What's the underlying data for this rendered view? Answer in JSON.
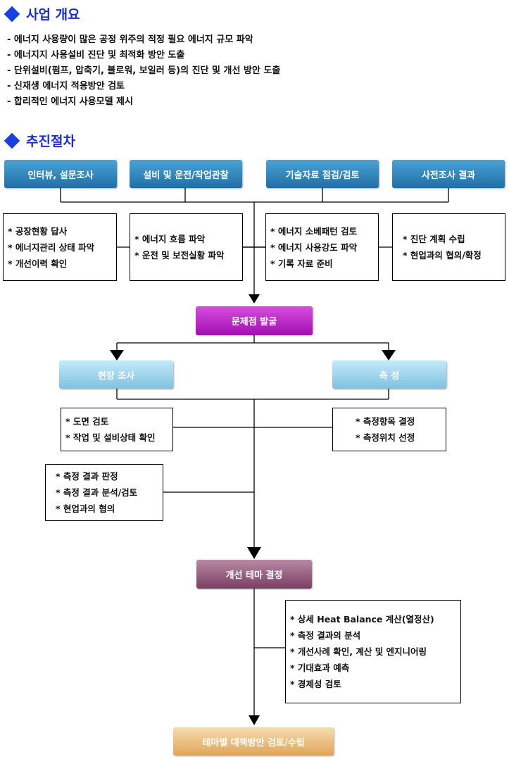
{
  "overview": {
    "title": "사업 개요",
    "items": [
      "- 에너지 사용량이 많은 공정 위주의 적정 필요 에너지 규모 파악",
      "- 에너지지 사용설비 진단 및 최적화 방안 도출",
      "- 단위설비(펌프, 압축기, 블로워, 보일러 등)의 진단 및 개선 방안 도출",
      "- 신재생 에너지 적용방안 검토",
      "- 합리적인 에너지 사용모델 제시"
    ]
  },
  "procedure": {
    "title": "추진절차",
    "headers": [
      "인터뷰, 설문조사",
      "설비 및 운전/작업관찰",
      "기술자료 점검/검토",
      "사전조사 결과"
    ],
    "header_details": [
      [
        "* 공장현황 답사",
        "* 에너지관리 상태 파악",
        "* 개선이력 확인"
      ],
      [
        "* 에너지 흐름 파악",
        "* 운전 및 보전실황 파악"
      ],
      [
        "* 에너지 소베패턴 검토",
        "* 에너지 사용강도 파악",
        "* 기록 자료 준비"
      ],
      [
        "* 진단 계획 수립",
        "* 현업과의 협의/확정"
      ]
    ],
    "problem": "문제점 발굴",
    "branches": [
      "현장 조사",
      "측 정"
    ],
    "field_details": [
      "* 도면 검토",
      "* 작업 및 설비상태 확인"
    ],
    "measure_details": [
      "* 측정항목 결정",
      "* 측정위치 선정"
    ],
    "result_details": [
      "* 측정 결과 판정",
      "* 측정 결과 분석/검토",
      "* 현업과의 협의"
    ],
    "theme": "개선 테마 결정",
    "theme_details": [
      "* 상세 Heat Balance 계산(열정산)",
      "* 측정 결과의 분석",
      "* 개선사례 확인, 계산 및 엔지니어링",
      "* 기대효과 예측",
      "* 경제성 검토"
    ],
    "final": "테마별 대책방안 검토/수립"
  }
}
